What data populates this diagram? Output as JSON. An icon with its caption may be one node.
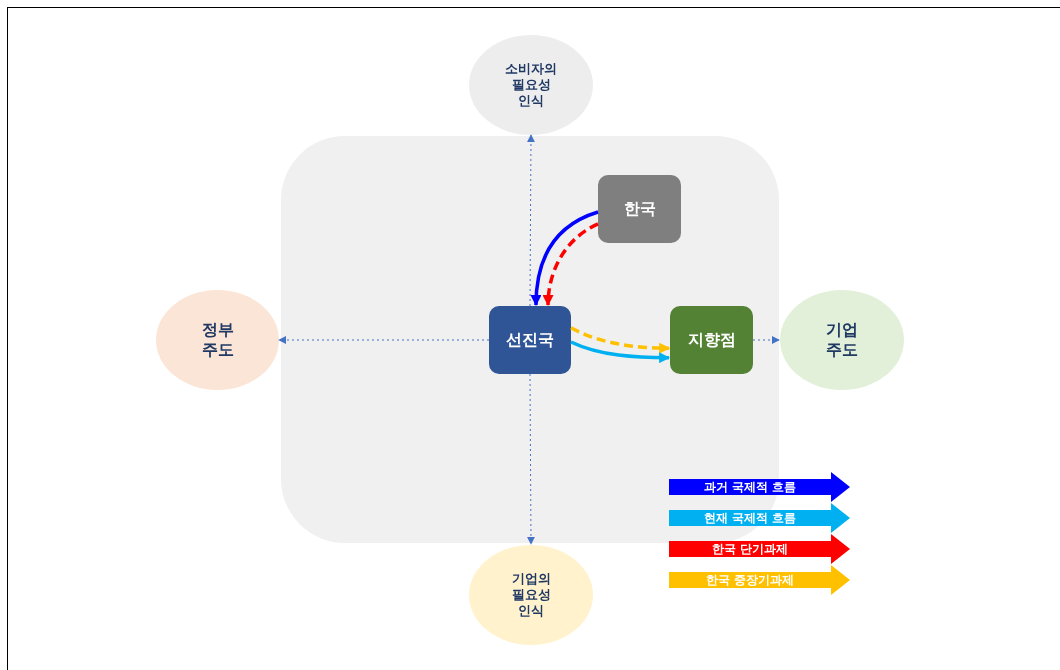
{
  "diagram": {
    "nodes": [
      {
        "text": [],
        "shape": "box"
      },
      {
        "text": [
          "소비자의 필요성 인식"
        ]
      },
      {
        "text": [
          "정부 주도"
        ]
      },
      {
        "text": [
          "한국"
        ],
        "in": 0
      },
      {
        "text": [
          "선진국"
        ],
        "in": 0
      },
      {
        "text": [
          "지향점"
        ],
        "in": 0
      },
      {
        "text": [
          "기업 주도"
        ]
      },
      {
        "text": [
          "기업의 필요성 인식"
        ]
      }
    ],
    "edges": [
      {
        "from": 4,
        "to": 1,
        "arrow": "to",
        "style": "dashed"
      },
      {
        "from": 4,
        "to": 2,
        "arrow": "to",
        "style": "dashed"
      },
      {
        "from": 4,
        "to": 7,
        "arrow": "to",
        "style": "dashed"
      },
      {
        "from": 5,
        "to": 6,
        "arrow": "to",
        "style": "dashed"
      },
      {
        "from": 3,
        "to": 4,
        "arrow": "to",
        "style": "thick",
        "color": "#0000ff"
      },
      {
        "from": 3,
        "to": 4,
        "arrow": "to",
        "style": "dashed",
        "color": "#ff0000"
      },
      {
        "from": 4,
        "to": 5,
        "arrow": "to",
        "style": "dashed",
        "color": "#ffc000"
      },
      {
        "from": 4,
        "to": 5,
        "arrow": "to",
        "style": "thick",
        "color": "#00b0f0"
      }
    ],
    "legend": [
      {
        "text": "과거 국제적 흐름",
        "color": "#0000ff"
      },
      {
        "text": "현재 국제적 흐름",
        "color": "#00b0f0"
      },
      {
        "text": "한국 단기과제",
        "color": "#ff0000"
      },
      {
        "text": "한국 중장기과제",
        "color": "#ffc000"
      }
    ]
  }
}
